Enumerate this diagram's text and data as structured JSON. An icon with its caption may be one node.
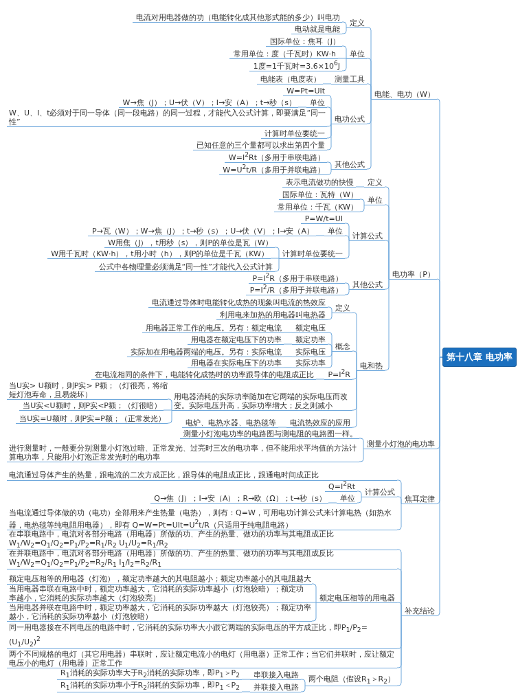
{
  "diagram": {
    "nodes": [
      {
        "text": [
          "第十八章 电功率"
        ]
      },
      {
        "text": [
          "电能、电功（W）"
        ]
      },
      {
        "text": [
          "定义"
        ]
      },
      {
        "text": [
          "电流对用电器做的功（电能转化成其他形式能的多少）叫电功"
        ]
      },
      {
        "text": [
          "电动就是电能"
        ]
      },
      {
        "text": [
          "单位"
        ]
      },
      {
        "text": [
          "国际单位：焦耳（J）"
        ]
      },
      {
        "text": [
          "常用单位：度（千瓦时）KW·h"
        ]
      },
      {
        "text": [
          "1度=1千瓦时=3.6×10$^{6}$J"
        ]
      },
      {
        "text": [
          "测量工具"
        ]
      },
      {
        "text": [
          "电能表（电度表）"
        ]
      },
      {
        "text": [
          "电功公式"
        ]
      },
      {
        "text": [
          "W=Pt=UIt"
        ]
      },
      {
        "text": [
          "单位"
        ]
      },
      {
        "text": [
          "W→焦（J）；U→伏（V）；I→安（A）；t→秒（s）"
        ]
      },
      {
        "text": [
          "W、U、I、t必须对于同一导体（同一段电路）的同一过程，才能代入公式计算，即要满足“同一性”"
        ]
      },
      {
        "text": [
          "计算时单位要统一"
        ]
      },
      {
        "text": [
          "已知任意的三个量都可以求出第四个量"
        ]
      },
      {
        "text": [
          "其他公式"
        ]
      },
      {
        "text": [
          "W=I$^{2}$Rt（多用于串联电路）"
        ]
      },
      {
        "text": [
          "W=U$^{2}$t/R（多用于并联电路）"
        ]
      },
      {
        "text": [
          "电功率（P）"
        ]
      },
      {
        "text": [
          "定义"
        ]
      },
      {
        "text": [
          "表示电流做功的快慢"
        ]
      },
      {
        "text": [
          "单位"
        ]
      },
      {
        "text": [
          "国际单位：瓦特（W）"
        ]
      },
      {
        "text": [
          "常用单位：千瓦（KW）"
        ]
      },
      {
        "text": [
          "计算公式"
        ]
      },
      {
        "text": [
          "P=W/t=UI"
        ]
      },
      {
        "text": [
          "单位"
        ]
      },
      {
        "text": [
          "P→瓦（W）；W→焦（J）；t→秒（s）；U→伏（V）；I→安（A）"
        ]
      },
      {
        "text": [
          "计算时单位要统一"
        ]
      },
      {
        "text": [
          "W用焦（J），t用秒（s），则P的单位是瓦（W）"
        ]
      },
      {
        "text": [
          "W用千瓦时（KW·h），t用小时（h），则P的单位是千瓦（KW）"
        ]
      },
      {
        "text": [
          "公式中各物理量必须满足“同一性”才能代入公式计算"
        ]
      },
      {
        "text": [
          "其他公式"
        ]
      },
      {
        "text": [
          "P=I$^{2}$R（多用于串联电路）"
        ]
      },
      {
        "text": [
          "P=I$^{2}$/R（多用于并联电路）"
        ]
      },
      {
        "text": [
          "电和热"
        ]
      },
      {
        "text": [
          "定义"
        ]
      },
      {
        "text": [
          "电流通过导体时电能转化成热的现象叫电流的热效应"
        ]
      },
      {
        "text": [
          "利用电来加热的用电器叫电热器"
        ]
      },
      {
        "text": [
          "概念"
        ]
      },
      {
        "text": [
          "额定电压"
        ]
      },
      {
        "text": [
          "用电器正常工作的电压。另有：额定电流"
        ]
      },
      {
        "text": [
          "额定功率"
        ]
      },
      {
        "text": [
          "用电器在额定电压下的功率"
        ]
      },
      {
        "text": [
          "实际电压"
        ]
      },
      {
        "text": [
          "实际加在用电器两端的电压。另有：实际电流"
        ]
      },
      {
        "text": [
          "实际功率"
        ]
      },
      {
        "text": [
          "用电器在实际电压下的功率"
        ]
      },
      {
        "text": [
          "P=I$^{2}$R"
        ]
      },
      {
        "text": [
          "在电流相同的条件下，电能转化成热时的功率跟导体的电阻成正比"
        ]
      },
      {
        "text": [
          "用电器消耗的实际功率随加在它两端的实际电压而改变。实际电压升高，实际功率增大；反之则减小"
        ]
      },
      {
        "text": [
          "当U实> U额时，则P实> P额；（灯很亮，将缩短灯泡寿命，且易烧坏）"
        ]
      },
      {
        "text": [
          "当U实<U额时，则P实<P额；（灯很暗）"
        ]
      },
      {
        "text": [
          "当U实=U额时，则P实=P额；（正常发光）"
        ]
      },
      {
        "text": [
          "电流热效应的应用"
        ]
      },
      {
        "text": [
          "电炉、电热水器、电热毯等"
        ]
      },
      {
        "text": [
          "测量小灯泡的电功率"
        ]
      },
      {
        "text": [
          "测量小灯泡电功率的电路图与测电阻的电路图一样。"
        ]
      },
      {
        "text": [
          "进行测量时，一般要分别测量小灯泡过暗、正常发光、过亮时三次的电功率，但不能用求平均值的方法计算电功率，只能用小灯泡正常发光时的电功率"
        ]
      },
      {
        "text": [
          "焦耳定律"
        ]
      },
      {
        "text": [
          "电流通过导体产生的热量，跟电流的二次方成正比，跟导体的电阻成正比，跟通电时间成正比"
        ]
      },
      {
        "text": [
          "计算公式"
        ]
      },
      {
        "text": [
          "Q=I$^{2}$Rt"
        ]
      },
      {
        "text": [
          "单位"
        ]
      },
      {
        "text": [
          "Q→焦（J）；I→安（A）；R→欧（Ω）；t→秒（s）"
        ]
      },
      {
        "text": [
          "当电流通过导体做的功（电功）全部用来产生热量（电热），则有：Q=W，可用电功计算公式来计算电热（如热水器，电热毯等纯电阻用电器），即有 Q=W=Pt=UIt=U$^{2}$t/R（只适用于纯电阻电路）"
        ]
      },
      {
        "text": [
          "补充结论"
        ]
      },
      {
        "text": [
          "在串联电路中，电流对各部分电路（用电器）所做的功、产生的热量、做功的功率与其电阻成正比W$_{1}$/W$_{2}$=Q$_{1}$/Q$_{2}$=P$_{1}$/P$_{2}$=R$_{1}$/R$_{2}$ U$_{1}$/U$_{2}$=R$_{1}$/R$_{2}$"
        ]
      },
      {
        "text": [
          "在并联电路中，电流对各部分电路（用电器）所做的功、产生的热量、做功的功率与其电阻成反比W$_{1}$/W$_{2}$=Q$_{1}$/Q$_{2}$=P$_{1}$/P$_{2}$=R$_{2}$/R$_{1}$ I$_{1}$/I$_{2}$=R$_{2}$/R$_{1}$"
        ]
      },
      {
        "text": [
          "额定电压相等的用电器"
        ]
      },
      {
        "text": [
          "额定电压相等的用电器（灯泡），额定功率越大的其电阻越小；额定功率越小的其电阻越大"
        ]
      },
      {
        "text": [
          "当用电器串联在电路中时，额定功率越大，它消耗的实际功率越小（灯泡较暗）；额定功率越小，它消耗的实际功率越大（灯泡较亮）"
        ]
      },
      {
        "text": [
          "当用电器并联在电路中时，额定功率越大，它消耗的实际功率越大（灯泡较亮）；额定功率越小，它消耗的实际功率越小（灯泡较暗）"
        ]
      },
      {
        "text": [
          "同一用电器接在不同电压的电路中时，它消耗的实际功率大小跟它两端的实际电压的平方成正比，即P$_{1}$/P$_{2}$=(U$_{1}$/U$_{2}$)$^{2}$"
        ]
      },
      {
        "text": [
          "两个不同规格的电灯（其它用电器）串联时，应让额定电流小的电灯（用电器）正常工作；当它们并联时，应让额定电压小的电灯（用电器）正常工作"
        ]
      },
      {
        "text": [
          "两个电阻（假设R$_{1}$＞R$_{2}$）"
        ]
      },
      {
        "text": [
          "串联接入电路"
        ]
      },
      {
        "text": [
          "R$_{1}$消耗的实际功率大于R$_{2}$消耗的实际功率，即P$_{1}$＞P$_{2}$"
        ]
      },
      {
        "text": [
          "并联接入电路"
        ]
      },
      {
        "text": [
          "R$_{1}$消耗的实际功率小于R$_{2}$消耗的实际功率，即P$_{1}$＜P$_{2}$"
        ]
      }
    ],
    "edges": [
      {
        "from": 0,
        "to": 1,
        "arrow": "none"
      },
      {
        "from": 1,
        "to": 2,
        "arrow": "none"
      },
      {
        "from": 2,
        "to": 3,
        "arrow": "none"
      },
      {
        "from": 2,
        "to": 4,
        "arrow": "none"
      },
      {
        "from": 1,
        "to": 5,
        "arrow": "none"
      },
      {
        "from": 5,
        "to": 6,
        "arrow": "none"
      },
      {
        "from": 5,
        "to": 7,
        "arrow": "none"
      },
      {
        "from": 5,
        "to": 8,
        "arrow": "none"
      },
      {
        "from": 1,
        "to": 9,
        "arrow": "none"
      },
      {
        "from": 9,
        "to": 10,
        "arrow": "none"
      },
      {
        "from": 1,
        "to": 11,
        "arrow": "none"
      },
      {
        "from": 11,
        "to": 12,
        "arrow": "none"
      },
      {
        "from": 11,
        "to": 13,
        "arrow": "none"
      },
      {
        "from": 13,
        "to": 14,
        "arrow": "none"
      },
      {
        "from": 11,
        "to": 15,
        "arrow": "none"
      },
      {
        "from": 11,
        "to": 16,
        "arrow": "none"
      },
      {
        "from": 11,
        "to": 17,
        "arrow": "none"
      },
      {
        "from": 1,
        "to": 18,
        "arrow": "none"
      },
      {
        "from": 18,
        "to": 19,
        "arrow": "none"
      },
      {
        "from": 18,
        "to": 20,
        "arrow": "none"
      },
      {
        "from": 0,
        "to": 21,
        "arrow": "none"
      },
      {
        "from": 21,
        "to": 22,
        "arrow": "none"
      },
      {
        "from": 22,
        "to": 23,
        "arrow": "none"
      },
      {
        "from": 21,
        "to": 24,
        "arrow": "none"
      },
      {
        "from": 24,
        "to": 25,
        "arrow": "none"
      },
      {
        "from": 24,
        "to": 26,
        "arrow": "none"
      },
      {
        "from": 21,
        "to": 27,
        "arrow": "none"
      },
      {
        "from": 27,
        "to": 28,
        "arrow": "none"
      },
      {
        "from": 27,
        "to": 29,
        "arrow": "none"
      },
      {
        "from": 29,
        "to": 30,
        "arrow": "none"
      },
      {
        "from": 27,
        "to": 31,
        "arrow": "none"
      },
      {
        "from": 31,
        "to": 32,
        "arrow": "none"
      },
      {
        "from": 31,
        "to": 33,
        "arrow": "none"
      },
      {
        "from": 31,
        "to": 34,
        "arrow": "none"
      },
      {
        "from": 21,
        "to": 35,
        "arrow": "none"
      },
      {
        "from": 35,
        "to": 36,
        "arrow": "none"
      },
      {
        "from": 35,
        "to": 37,
        "arrow": "none"
      },
      {
        "from": 21,
        "to": 38,
        "arrow": "none"
      },
      {
        "from": 38,
        "to": 39,
        "arrow": "none"
      },
      {
        "from": 39,
        "to": 40,
        "arrow": "none"
      },
      {
        "from": 39,
        "to": 41,
        "arrow": "none"
      },
      {
        "from": 38,
        "to": 42,
        "arrow": "none"
      },
      {
        "from": 42,
        "to": 43,
        "arrow": "none"
      },
      {
        "from": 43,
        "to": 44,
        "arrow": "none"
      },
      {
        "from": 42,
        "to": 45,
        "arrow": "none"
      },
      {
        "from": 45,
        "to": 46,
        "arrow": "none"
      },
      {
        "from": 42,
        "to": 47,
        "arrow": "none"
      },
      {
        "from": 47,
        "to": 48,
        "arrow": "none"
      },
      {
        "from": 42,
        "to": 49,
        "arrow": "none"
      },
      {
        "from": 49,
        "to": 50,
        "arrow": "none"
      },
      {
        "from": 38,
        "to": 51,
        "arrow": "none"
      },
      {
        "from": 51,
        "to": 52,
        "arrow": "none"
      },
      {
        "from": 38,
        "to": 53,
        "arrow": "none"
      },
      {
        "from": 53,
        "to": 54,
        "arrow": "none"
      },
      {
        "from": 53,
        "to": 55,
        "arrow": "none"
      },
      {
        "from": 53,
        "to": 56,
        "arrow": "none"
      },
      {
        "from": 38,
        "to": 57,
        "arrow": "none"
      },
      {
        "from": 57,
        "to": 58,
        "arrow": "none"
      },
      {
        "from": 0,
        "to": 59,
        "arrow": "none"
      },
      {
        "from": 59,
        "to": 60,
        "arrow": "none"
      },
      {
        "from": 59,
        "to": 61,
        "arrow": "none"
      },
      {
        "from": 0,
        "to": 62,
        "arrow": "none"
      },
      {
        "from": 62,
        "to": 63,
        "arrow": "none"
      },
      {
        "from": 62,
        "to": 64,
        "arrow": "none"
      },
      {
        "from": 64,
        "to": 65,
        "arrow": "none"
      },
      {
        "from": 64,
        "to": 66,
        "arrow": "none"
      },
      {
        "from": 66,
        "to": 67,
        "arrow": "none"
      },
      {
        "from": 62,
        "to": 68,
        "arrow": "none"
      },
      {
        "from": 0,
        "to": 69,
        "arrow": "none"
      },
      {
        "from": 69,
        "to": 70,
        "arrow": "none"
      },
      {
        "from": 69,
        "to": 71,
        "arrow": "none"
      },
      {
        "from": 69,
        "to": 72,
        "arrow": "none"
      },
      {
        "from": 72,
        "to": 73,
        "arrow": "none"
      },
      {
        "from": 72,
        "to": 74,
        "arrow": "none"
      },
      {
        "from": 72,
        "to": 75,
        "arrow": "none"
      },
      {
        "from": 69,
        "to": 76,
        "arrow": "none"
      },
      {
        "from": 69,
        "to": 77,
        "arrow": "none"
      },
      {
        "from": 69,
        "to": 78,
        "arrow": "none"
      },
      {
        "from": 78,
        "to": 79,
        "arrow": "none"
      },
      {
        "from": 79,
        "to": 80,
        "arrow": "none"
      },
      {
        "from": 78,
        "to": 81,
        "arrow": "none"
      },
      {
        "from": 81,
        "to": 82,
        "arrow": "none"
      }
    ]
  }
}
